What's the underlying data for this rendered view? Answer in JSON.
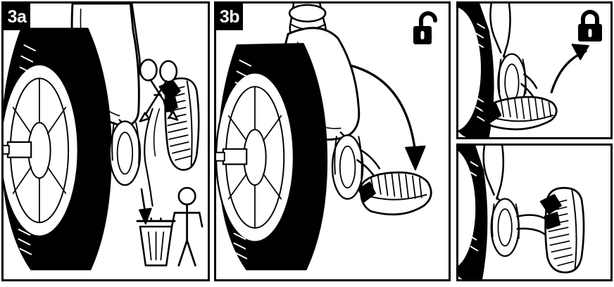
{
  "document": {
    "title": "Stroller wheel maintenance instruction sheet",
    "background_color": "#ffffff",
    "line_color": "#000000",
    "tire_fill_color": "#000000"
  },
  "panels": [
    {
      "id": "panel-3a",
      "step_label": "3a",
      "caption": "",
      "icons": [
        "scissors-icon",
        "trash-bin-icon",
        "person-icon",
        "down-arrow-icon"
      ],
      "description": "Cut the cable tie from the stroller wheel with scissors and dispose of it in the bin"
    },
    {
      "id": "panel-3b",
      "step_label": "3b",
      "caption": "",
      "icons": [
        "open-padlock-icon",
        "curved-down-arrow-icon"
      ],
      "description": "Swing the brake pedal down into the unlocked position"
    },
    {
      "id": "panel-lock",
      "step_label": "",
      "caption": "",
      "icons": [
        "closed-padlock-icon",
        "curved-up-arrow-icon"
      ],
      "description": "Push the brake pedal up to lock the wheel"
    },
    {
      "id": "panel-detail",
      "step_label": "",
      "caption": "",
      "icons": [],
      "description": "Detail view of the brake pedal engaged against the wheel"
    }
  ],
  "badges": {
    "step_3a": "3a",
    "step_3b": "3b"
  }
}
